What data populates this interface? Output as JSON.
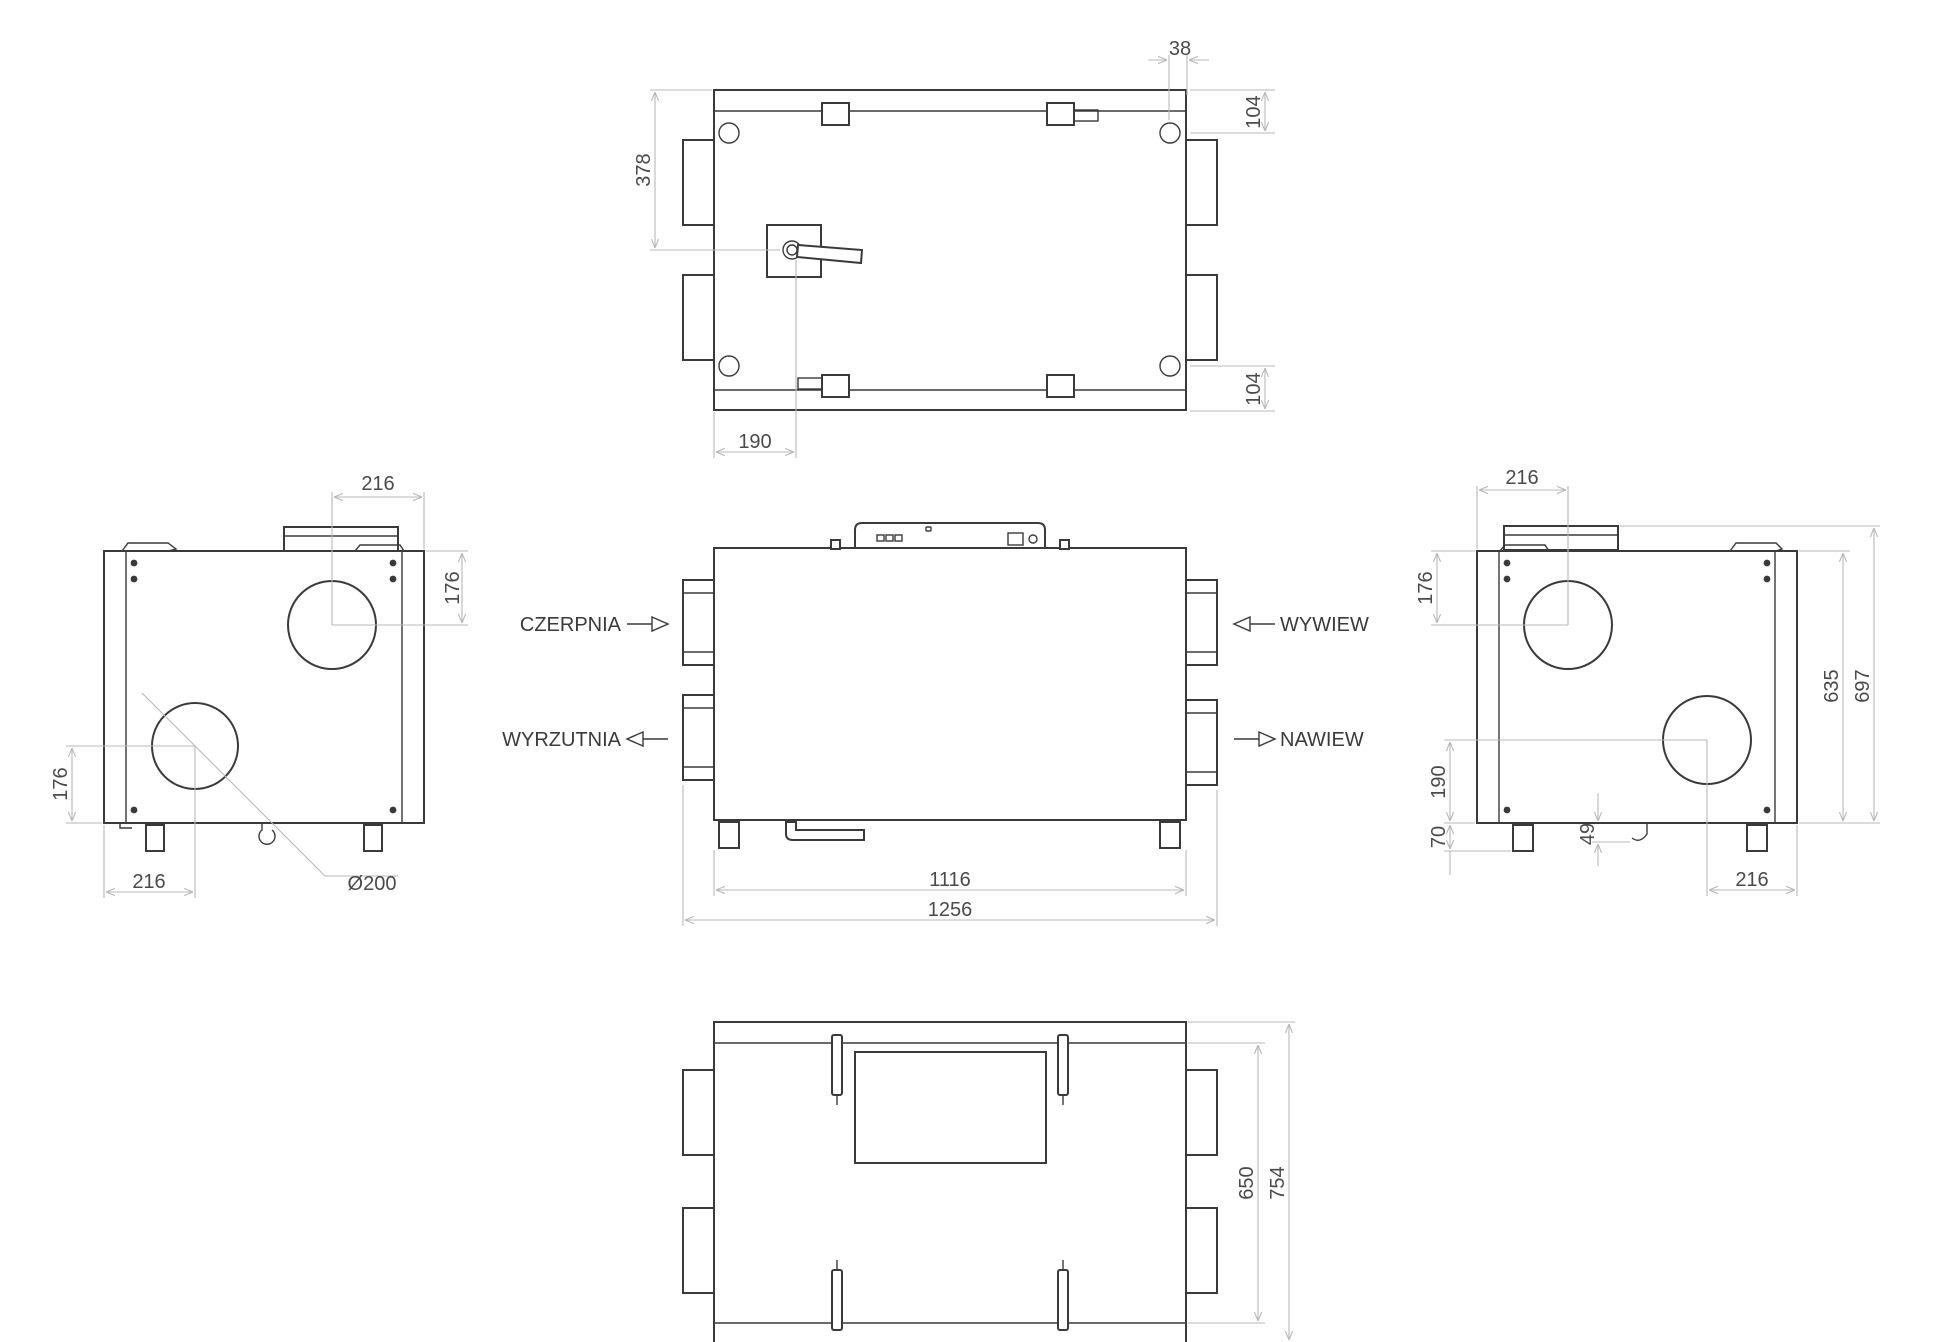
{
  "air_labels": {
    "czerpnia": "CZERPNIA",
    "wyrzutnia": "WYRZUTNIA",
    "wywiew": "WYWIEW",
    "nawiew": "NAWIEW"
  },
  "dimensions": {
    "top_view": {
      "d38": "38",
      "d104_top": "104",
      "d104_bottom": "104",
      "d378": "378",
      "d190": "190"
    },
    "left_view": {
      "d216_top": "216",
      "d176_right": "176",
      "d176_left": "176",
      "d216_bottom": "216",
      "d200_diameter": "Ø200"
    },
    "front_view": {
      "d1116": "1116",
      "d1256": "1256"
    },
    "right_view": {
      "d216_top": "216",
      "d176": "176",
      "d635": "635",
      "d697": "697",
      "d190": "190",
      "d70": "70",
      "d49": "49",
      "d216_bottom": "216"
    },
    "bottom_view": {
      "d650": "650",
      "d754": "754"
    }
  },
  "colors": {
    "outline": "#3a3a3a",
    "dimension_line": "#b9b9b9",
    "text": "#4a4a4a"
  }
}
